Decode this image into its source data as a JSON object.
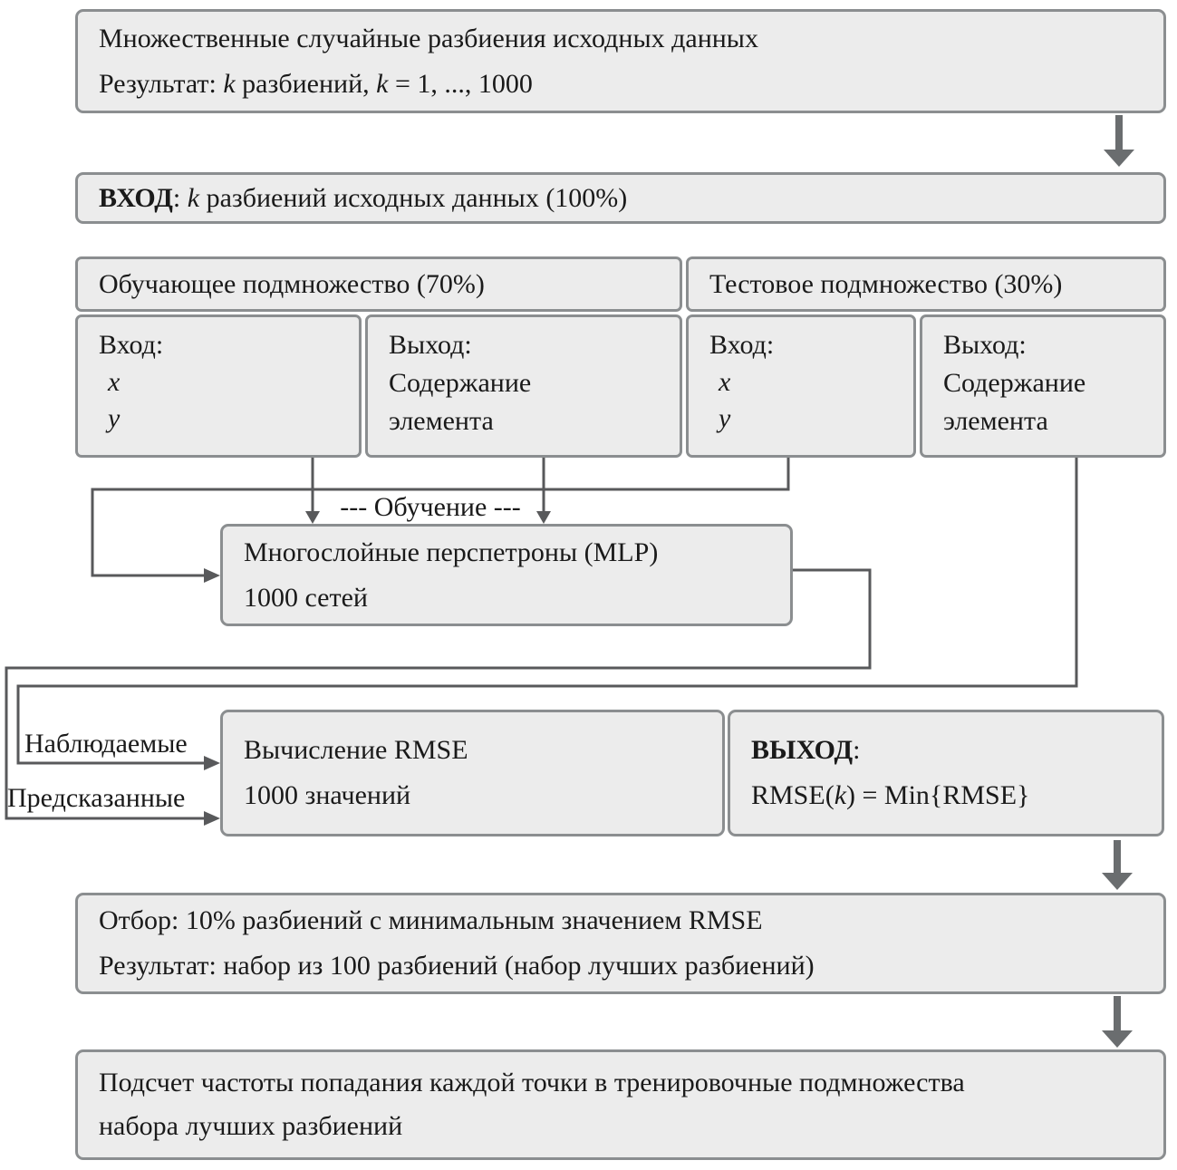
{
  "colors": {
    "box_fill": "#ececec",
    "box_border": "#8b8e90",
    "connector": "#58595b",
    "big_arrow": "#6a6d6f",
    "text": "#1a1a1a",
    "background": "#ffffff"
  },
  "box_splits": {
    "line1": "Множественные случайные разбиения исходных данных",
    "line2_p1": "Результат: ",
    "k1": "k",
    "line2_p2": " разбиений, ",
    "k2": "k",
    "line2_p3": " = 1, ..., 1000"
  },
  "box_input": {
    "bold": "ВХОД",
    "p1": ": ",
    "k": "k",
    "p2": " разбиений исходных данных (100%)"
  },
  "table": {
    "train_header": "Обучающее подмножество (70%)",
    "test_header": "Тестовое подмножество (30%)",
    "input_label": "Вход:",
    "output_label": "Выход:",
    "x": "x",
    "y": "y",
    "content1": "Содержание",
    "content2": "элемента"
  },
  "training_label": "--- Обучение ---",
  "mlp": {
    "line1": "Многослойные перспетроны (MLP)",
    "line2": "1000 сетей"
  },
  "observed_label": "Наблюдаемые",
  "predicted_label": "Предсказанные",
  "rmse": {
    "line1": "Вычисление RMSE",
    "line2": "1000 значений"
  },
  "output_box": {
    "bold": "ВЫХОД",
    "colon": ":",
    "f1": "RMSE(",
    "k": "k",
    "f2": ") = Min{RMSE}"
  },
  "selection": {
    "line1": "Отбор: 10% разбиений с минимальным значением RMSE",
    "line2": "Результат: набор из 100 разбиений (набор лучших разбиений)"
  },
  "frequency": {
    "line1": "Подсчет частоты попадания каждой точки в тренировочные подмножества",
    "line2": "набора лучших разбиений"
  }
}
